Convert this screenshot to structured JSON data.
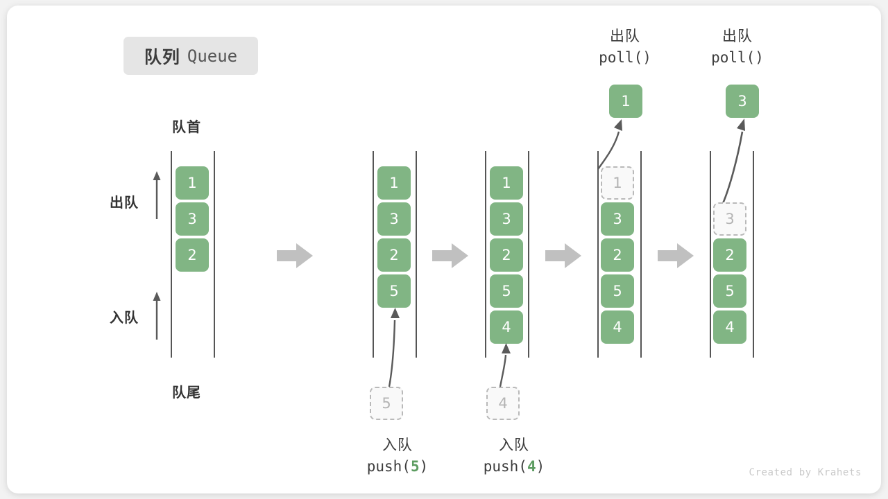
{
  "title": {
    "cn": "队列",
    "en": "Queue"
  },
  "labels": {
    "front": "队首",
    "rear": "队尾",
    "dequeue": "出队",
    "enqueue": "入队"
  },
  "watermark": "Created by Krahets",
  "colors": {
    "element_green": "#81b584",
    "ghost_border": "#b9b9b9",
    "ghost_fill": "#f9f9f9",
    "ghost_text": "#b4b4b4",
    "rail": "#555555",
    "step_arrow": "#c0c0c0",
    "text_dark": "#3c3c3c",
    "badge_bg": "#e5e5e5",
    "card_bg": "#ffffff",
    "page_bg": "#f2f2f2"
  },
  "columns": [
    {
      "id": "initial",
      "items": [
        "1",
        "3",
        "2"
      ],
      "ghost": null,
      "dir_arrows": [
        {
          "name": "dequeue",
          "label": "出队"
        },
        {
          "name": "enqueue",
          "label": "入队"
        }
      ]
    },
    {
      "id": "after-push-5",
      "items": [
        "1",
        "3",
        "2",
        "5"
      ],
      "ghost": {
        "value": "5",
        "position": "below"
      },
      "caption": {
        "cn": "入队",
        "code_prefix": "push(",
        "code_arg": "5",
        "code_suffix": ")"
      }
    },
    {
      "id": "after-push-4",
      "items": [
        "1",
        "3",
        "2",
        "5",
        "4"
      ],
      "ghost": {
        "value": "4",
        "position": "below"
      },
      "caption": {
        "cn": "入队",
        "code_prefix": "push(",
        "code_arg": "4",
        "code_suffix": ")"
      }
    },
    {
      "id": "after-poll-1",
      "items": [
        "3",
        "2",
        "5",
        "4"
      ],
      "ghost": {
        "value": "1",
        "position": "slot0"
      },
      "popped": "1",
      "caption": {
        "cn": "出队",
        "code_prefix": "poll(",
        "code_arg": "",
        "code_suffix": ")"
      }
    },
    {
      "id": "after-poll-3",
      "items": [
        "2",
        "5",
        "4"
      ],
      "ghost": {
        "value": "3",
        "position": "slot1"
      },
      "popped": "3",
      "caption": {
        "cn": "出队",
        "code_prefix": "poll(",
        "code_arg": "",
        "code_suffix": ")"
      }
    }
  ],
  "step_arrows": [
    {
      "name": "step-arrow-1"
    },
    {
      "name": "step-arrow-2"
    },
    {
      "name": "step-arrow-3"
    },
    {
      "name": "step-arrow-4"
    }
  ]
}
